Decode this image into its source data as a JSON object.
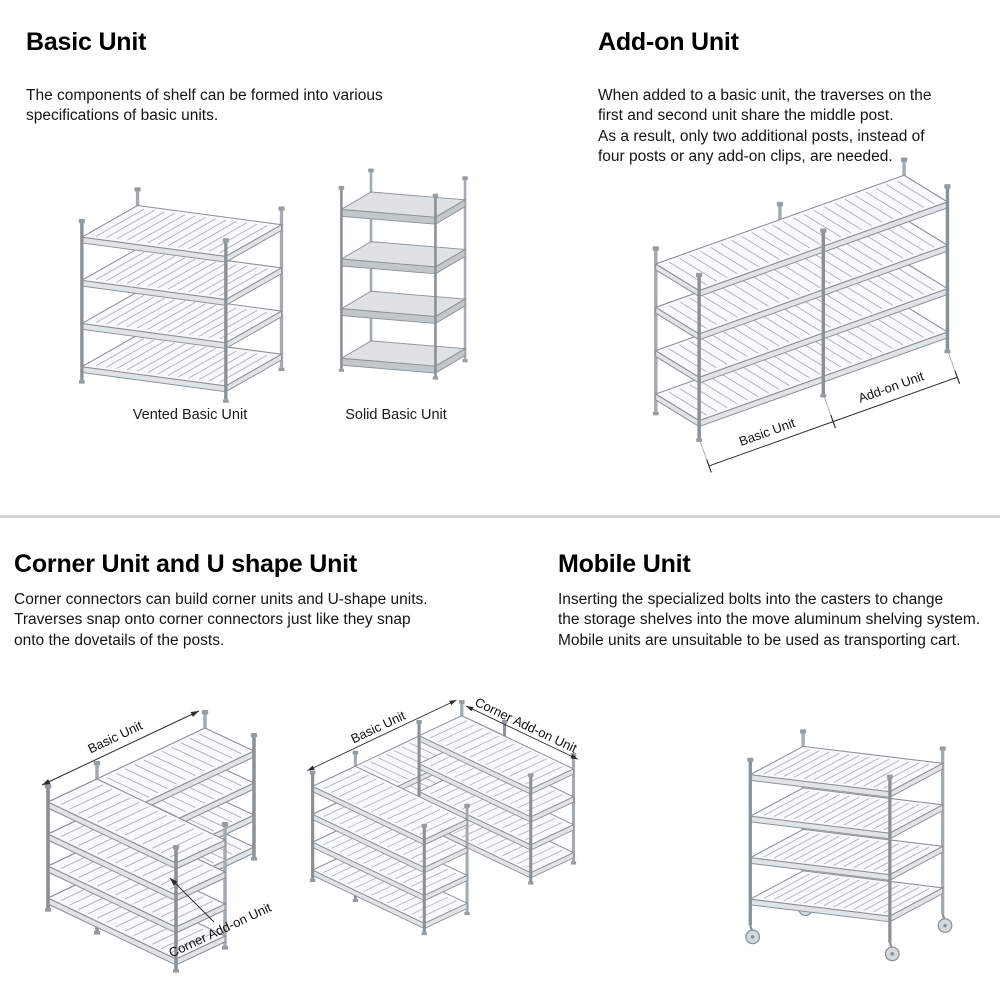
{
  "sections": {
    "basic": {
      "title": "Basic Unit",
      "description": "The components of shelf can be formed into various\nspecifications of basic units.",
      "captions": {
        "vented": "Vented Basic Unit",
        "solid": "Solid Basic Unit"
      }
    },
    "addon": {
      "title": "Add-on Unit",
      "description": "When added to a basic unit, the traverses on the\nfirst and second unit share the middle post.\nAs a result, only two additional posts, instead of\nfour posts or any add-on clips, are needed.",
      "labels": {
        "basic": "Basic Unit",
        "addon": "Add-on Unit"
      }
    },
    "corner": {
      "title": "Corner Unit and U shape Unit",
      "description": "Corner connectors can build corner units and U-shape units.\nTraverses snap onto corner connectors just like they snap\nonto the dovetails of the posts.",
      "corner_labels": {
        "basic": "Basic Unit",
        "addon": "Corner Add-on Unit"
      },
      "ushape_labels": {
        "basic": "Basic Unit",
        "addon": "Corner Add-on Unit"
      }
    },
    "mobile": {
      "title": "Mobile Unit",
      "description": "Inserting the specialized bolts into the casters to change\nthe storage shelves into the move aluminum shelving system.\nMobile units are unsuitable to be used as transporting cart."
    }
  },
  "colors": {
    "divider": "#d7d7d7",
    "text": "#111111",
    "drawing_gray": "#8a9196"
  }
}
